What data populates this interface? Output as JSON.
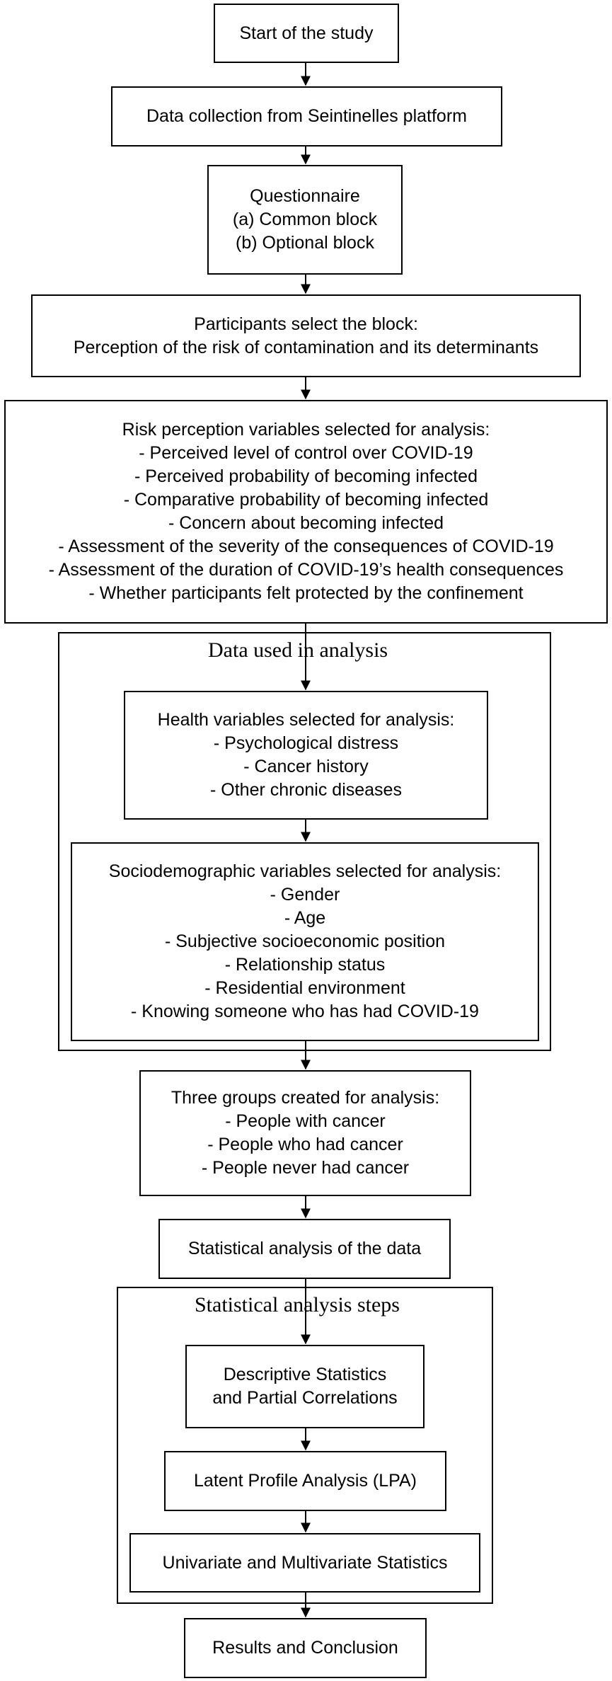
{
  "nodes": {
    "start": [
      "Start of the study"
    ],
    "data_collection": [
      "Data collection from Seintinelles platform"
    ],
    "questionnaire": [
      "Questionnaire",
      "(a) Common block",
      "(b) Optional block"
    ],
    "participants": [
      "Participants select the block:",
      "Perception of the risk of contamination and its determinants"
    ],
    "risk_perception": [
      "Risk perception variables selected for analysis:",
      "- Perceived level of control over COVID-19",
      "- Perceived probability of becoming infected",
      "- Comparative probability of becoming infected",
      "- Concern about becoming infected",
      "- Assessment of the severity of the consequences of COVID-19",
      "- Assessment of the duration of COVID-19’s health consequences",
      "- Whether participants felt protected by the confinement"
    ],
    "health": [
      "Health variables selected for analysis:",
      "- Psychological distress",
      "- Cancer history",
      "- Other chronic diseases"
    ],
    "sociodemographic": [
      "Sociodemographic variables selected for analysis:",
      "- Gender",
      "- Age",
      "- Subjective socioeconomic position",
      "- Relationship status",
      "- Residential environment",
      "- Knowing someone who has had COVID-19"
    ],
    "three_groups": [
      "Three groups created for analysis:",
      "- People with cancer",
      "- People who had cancer",
      "- People never had cancer"
    ],
    "statistical_analysis": [
      "Statistical analysis of the data"
    ],
    "descriptive": [
      "Descriptive Statistics",
      "and Partial Correlations"
    ],
    "lpa": [
      "Latent Profile Analysis (LPA)"
    ],
    "univariate": [
      "Univariate and Multivariate Statistics"
    ],
    "results": [
      "Results and Conclusion"
    ]
  },
  "groups": {
    "data_used": "Data used in analysis",
    "statistical_steps": "Statistical analysis steps"
  }
}
